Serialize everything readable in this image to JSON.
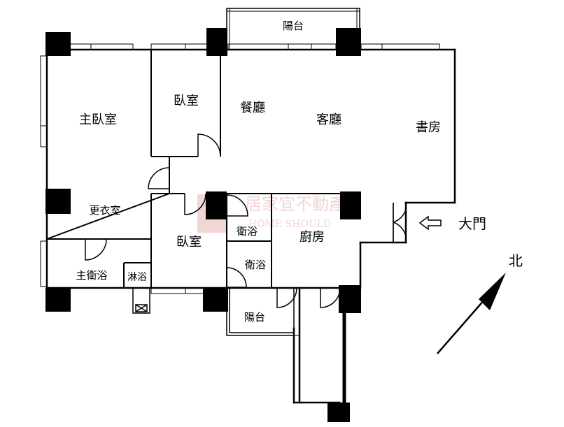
{
  "rooms": {
    "balcony_top": "陽台",
    "bedroom_top": "臥室",
    "master_bedroom": "主臥室",
    "dining": "餐廳",
    "living": "客廳",
    "study": "書房",
    "walk_in_closet": "更衣室",
    "bathroom_upper": "衛浴",
    "kitchen": "廚房",
    "bedroom_middle": "臥室",
    "master_bath": "主衛浴",
    "shower": "淋浴",
    "bathroom_lower": "衛浴",
    "balcony_bottom": "陽台"
  },
  "entrance": "大門",
  "compass": "北",
  "watermark": {
    "name": "居家宜不動產",
    "english": "HOME SHOULD",
    "letter": "H"
  }
}
